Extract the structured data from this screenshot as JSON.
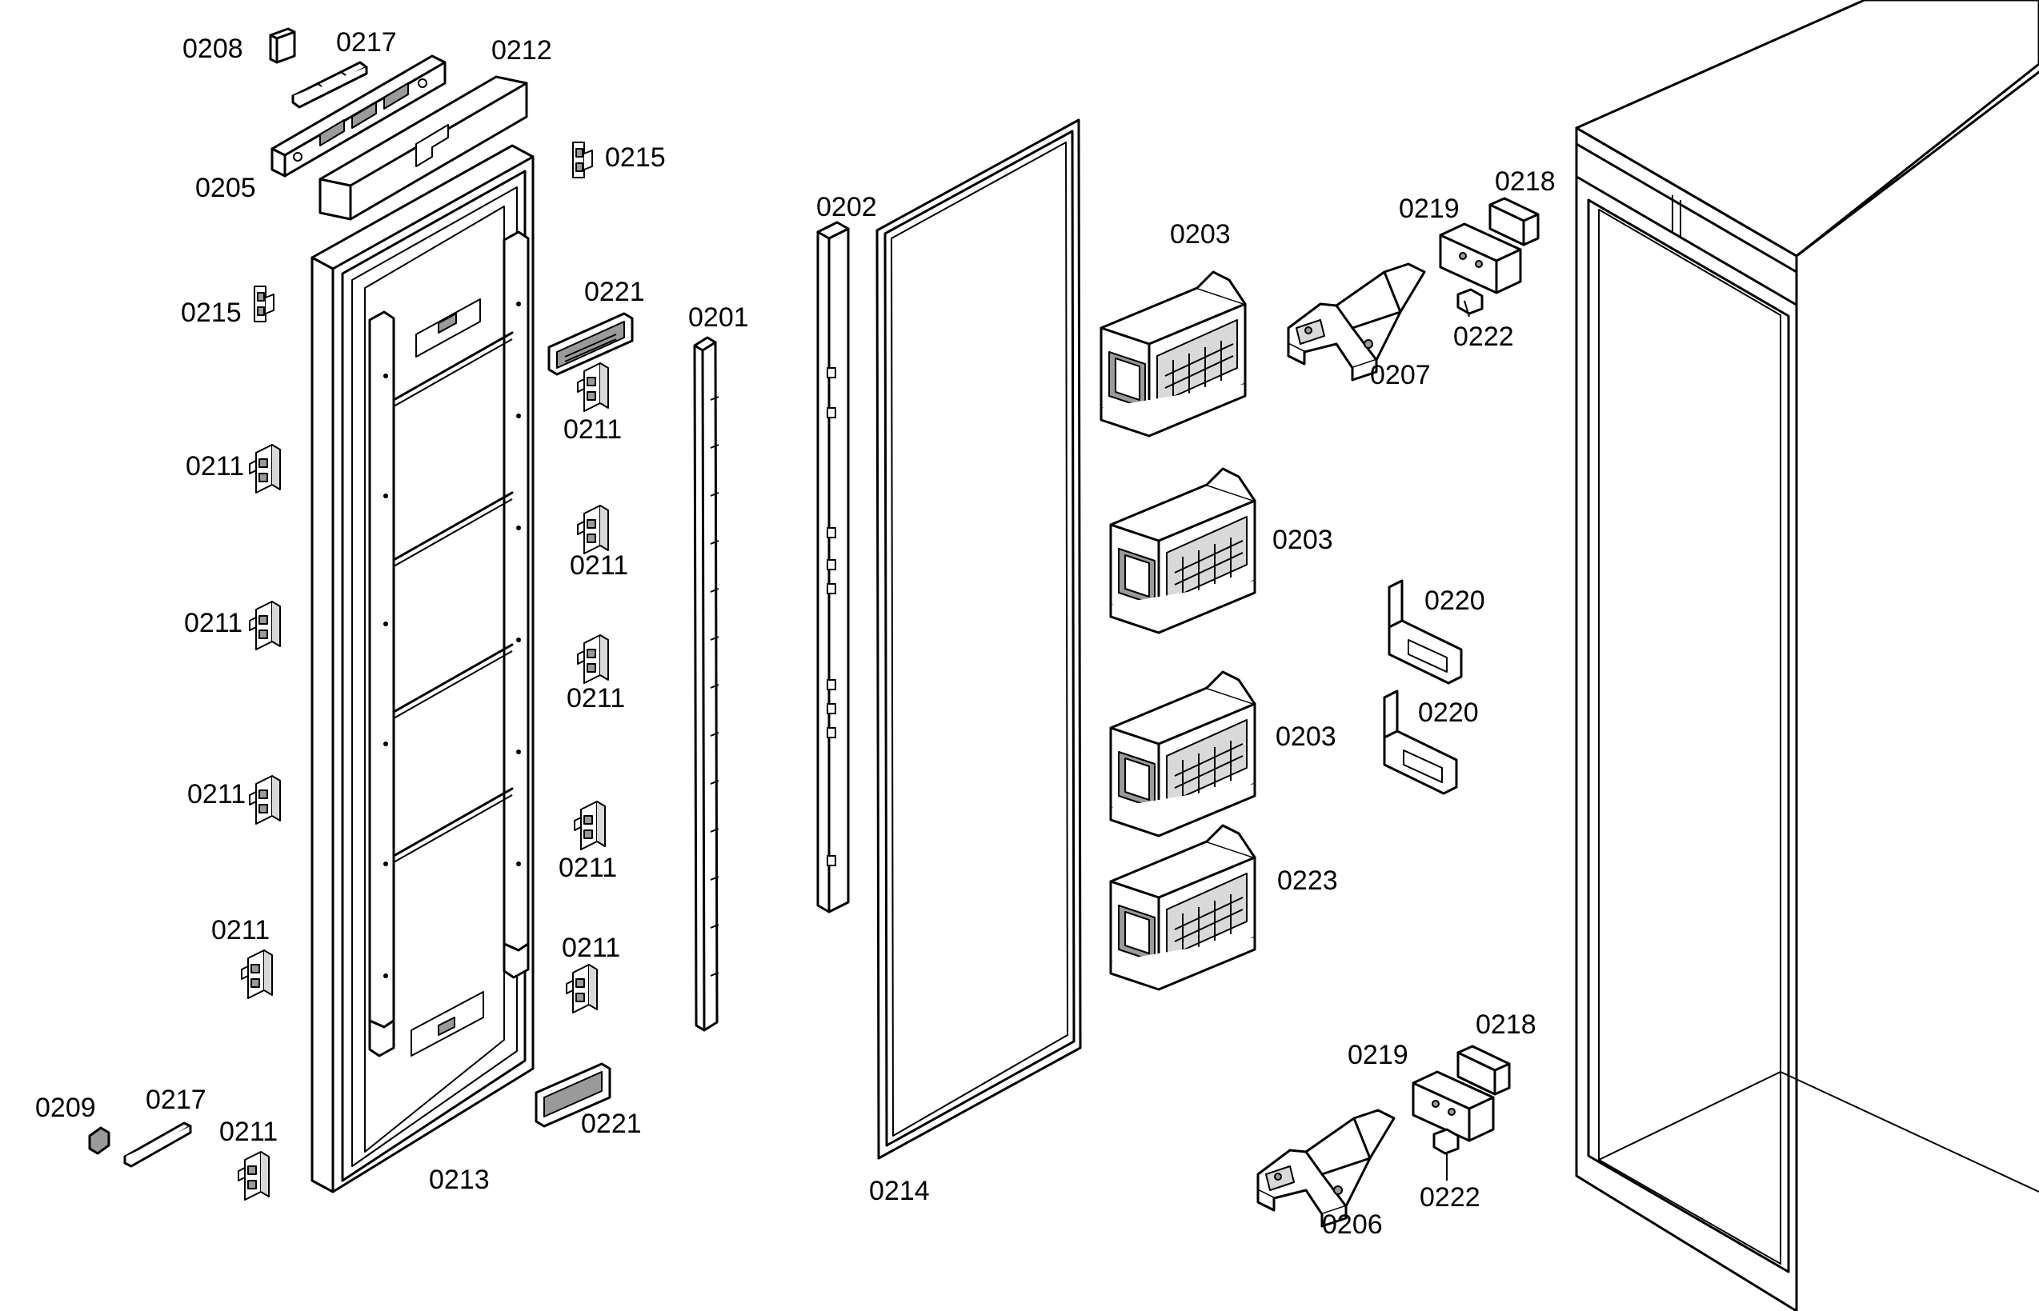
{
  "labels": {
    "p0208": "0208",
    "p0217_top": "0217",
    "p0212": "0212",
    "p0215_right": "0215",
    "p0205": "0205",
    "p0215_left": "0215",
    "p0221_top": "0221",
    "p0211_r1": "0211",
    "p0211_r2": "0211",
    "p0211_r3": "0211",
    "p0211_r4": "0211",
    "p0211_r5": "0211",
    "p0211_l1": "0211",
    "p0211_l2": "0211",
    "p0211_l3": "0211",
    "p0211_l4": "0211",
    "p0211_l5": "0211",
    "p0209": "0209",
    "p0217_bottom": "0217",
    "p0213": "0213",
    "p0221_bottom": "0221",
    "p0201": "0201",
    "p0202": "0202",
    "p0214": "0214",
    "p0203_1": "0203",
    "p0203_2": "0203",
    "p0203_3": "0203",
    "p0223": "0223",
    "p0219_top": "0219",
    "p0218_top": "0218",
    "p0222_top": "0222",
    "p0207": "0207",
    "p0220_1": "0220",
    "p0220_2": "0220",
    "p0218_bottom": "0218",
    "p0219_bottom": "0219",
    "p0222_bottom": "0222",
    "p0206": "0206"
  }
}
